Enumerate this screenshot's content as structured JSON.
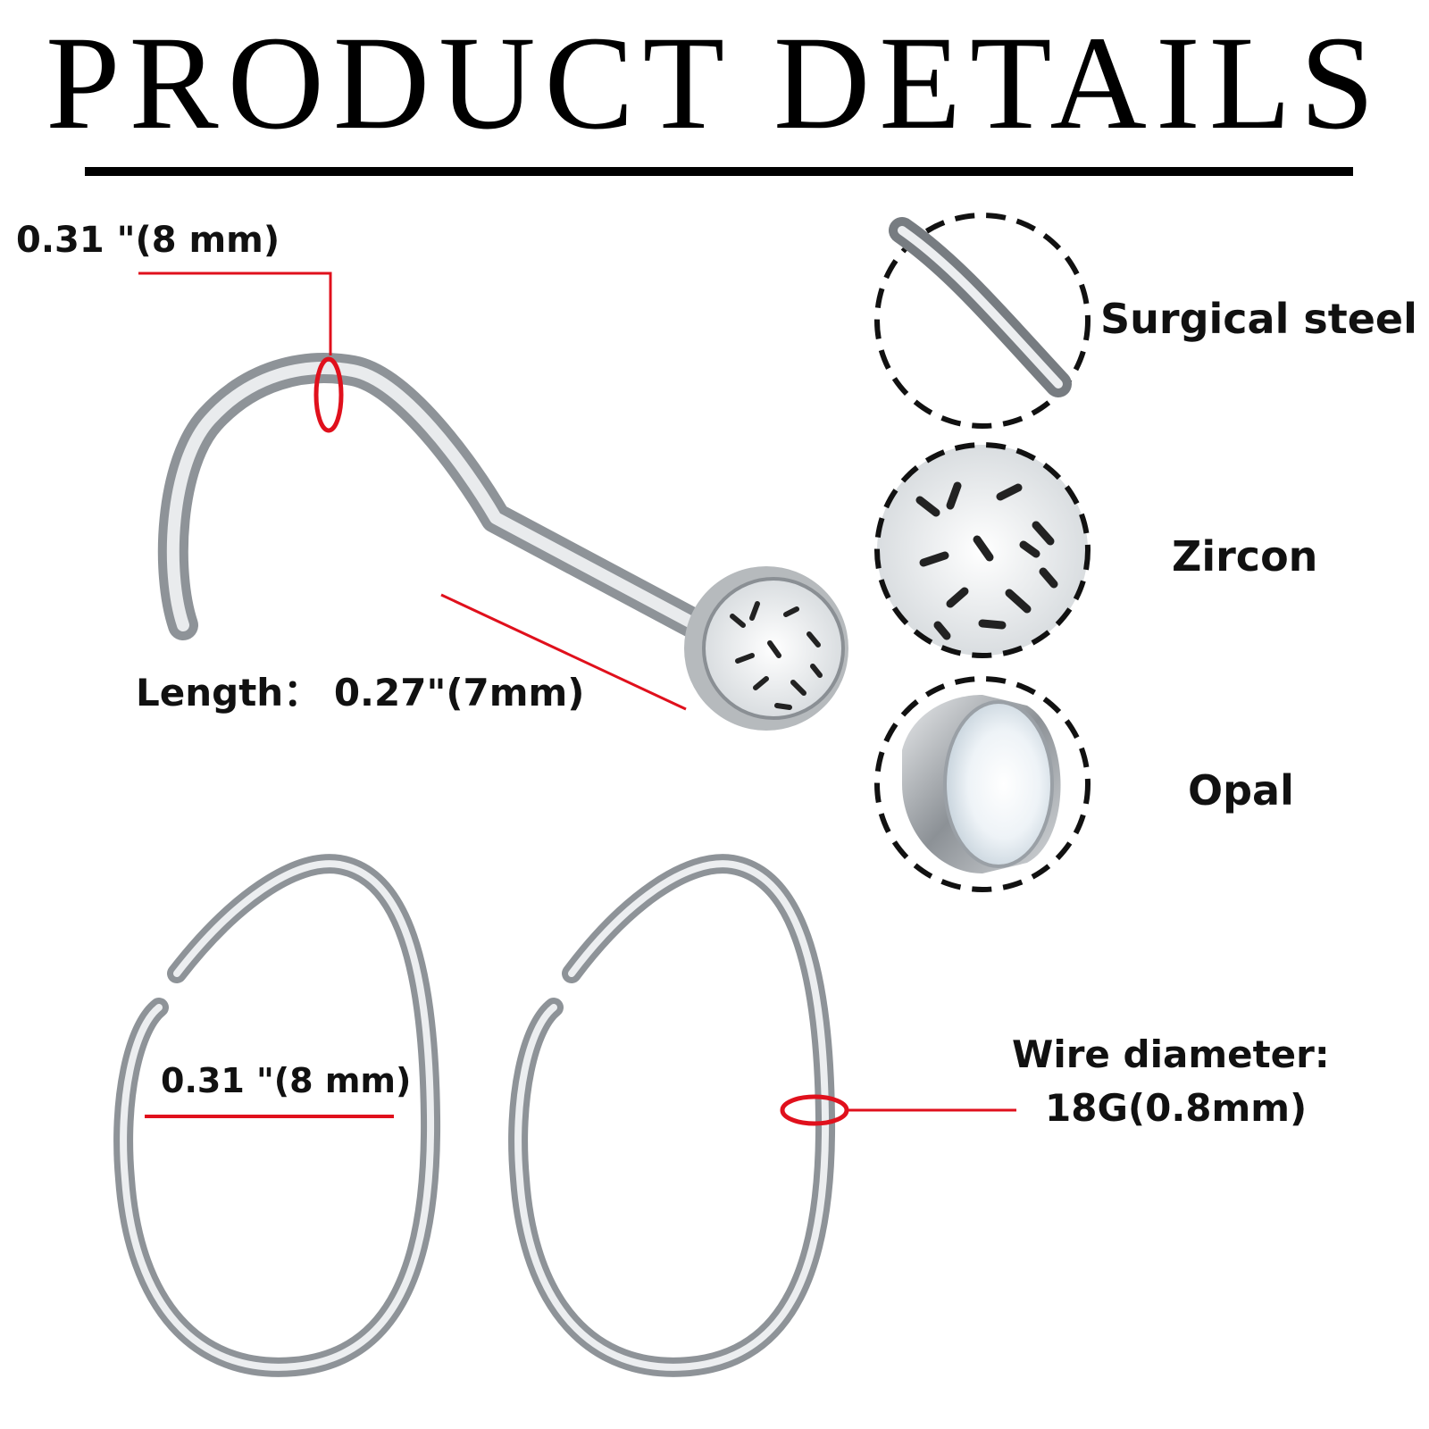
{
  "header": {
    "title": "PRODUCT DETAILS"
  },
  "screw": {
    "bend_label": "0.31 \"(8 mm)",
    "length_label": "Length：  0.27\"(7mm)"
  },
  "materials": [
    {
      "label": "Surgical steel"
    },
    {
      "label": "Zircon"
    },
    {
      "label": "Opal"
    }
  ],
  "hoops": {
    "diameter_label": "0.31 \"(8 mm)",
    "wire_label": "Wire diameter:",
    "wire_value": "18G(0.8mm)"
  },
  "colors": {
    "accent": "#e0101c",
    "text": "#111111",
    "steel": "#9aa0a6"
  }
}
